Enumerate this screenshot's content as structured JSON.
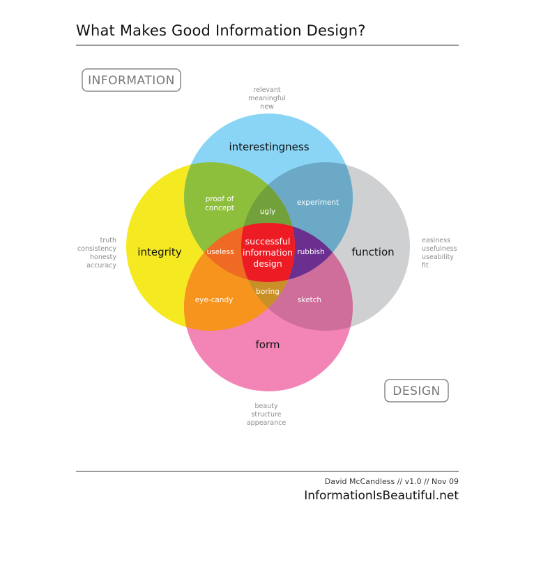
{
  "title": "What Makes Good Information Design?",
  "boxes": {
    "information": "INFORMATION",
    "design": "DESIGN"
  },
  "circles": {
    "interestingness": {
      "label": "interestingness",
      "color": "#8ad5f5"
    },
    "integrity": {
      "label": "integrity",
      "color": "#f5ea21"
    },
    "function": {
      "label": "function",
      "color": "#cfd0d2"
    },
    "form": {
      "label": "form",
      "color": "#f284b6"
    }
  },
  "overlaps": {
    "proof_of_concept": [
      "proof of",
      "concept"
    ],
    "experiment": "experiment",
    "ugly": "ugly",
    "useless": "useless",
    "rubbish": "rubbish",
    "boring": "boring",
    "eye_candy": "eye-candy",
    "sketch": "sketch",
    "center": [
      "successful",
      "information",
      "design"
    ]
  },
  "overlap_colors": {
    "proof_of_concept": "#8dbf3c",
    "experiment": "#6ba9c6",
    "ugly": "#72a03a",
    "useless": "#ef6a22",
    "rubbish": "#6b2f8f",
    "boring": "#c99028",
    "eye_candy": "#f7941d",
    "sketch": "#cf6e9a",
    "center": "#ed1c24"
  },
  "annotations": {
    "interestingness": [
      "relevant",
      "meaningful",
      "new"
    ],
    "integrity": [
      "truth",
      "consistency",
      "honesty",
      "accuracy"
    ],
    "function": [
      "easiness",
      "usefulness",
      "useability",
      "fit"
    ],
    "form": [
      "beauty",
      "structure",
      "appearance"
    ]
  },
  "footer": {
    "credit": "David McCandless // v1.0 // Nov 09",
    "site": "InformationIsBeautiful.net"
  }
}
